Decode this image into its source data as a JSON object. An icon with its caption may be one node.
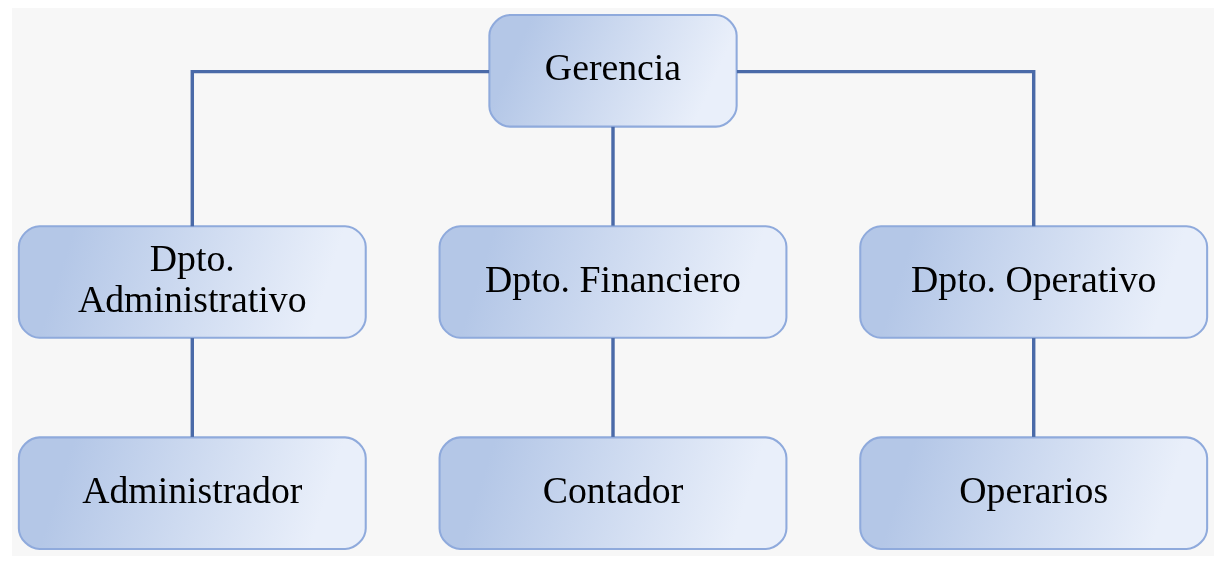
{
  "diagram": {
    "nodes": [
      {
        "text": [
          "Gerencia"
        ]
      },
      {
        "text": [
          "Dpto. Administrativo"
        ]
      },
      {
        "text": [
          "Dpto. Financiero"
        ]
      },
      {
        "text": [
          "Dpto. Operativo"
        ]
      },
      {
        "text": [
          "Administrador"
        ]
      },
      {
        "text": [
          "Contador"
        ]
      },
      {
        "text": [
          "Operarios"
        ]
      }
    ],
    "edges": [
      {
        "from": 0,
        "to": 1,
        "arrow": "none"
      },
      {
        "from": 0,
        "to": 2,
        "arrow": "none"
      },
      {
        "from": 0,
        "to": 3,
        "arrow": "none"
      },
      {
        "from": 1,
        "to": 4,
        "arrow": "none"
      },
      {
        "from": 2,
        "to": 5,
        "arrow": "none"
      },
      {
        "from": 3,
        "to": 6,
        "arrow": "none"
      }
    ]
  }
}
